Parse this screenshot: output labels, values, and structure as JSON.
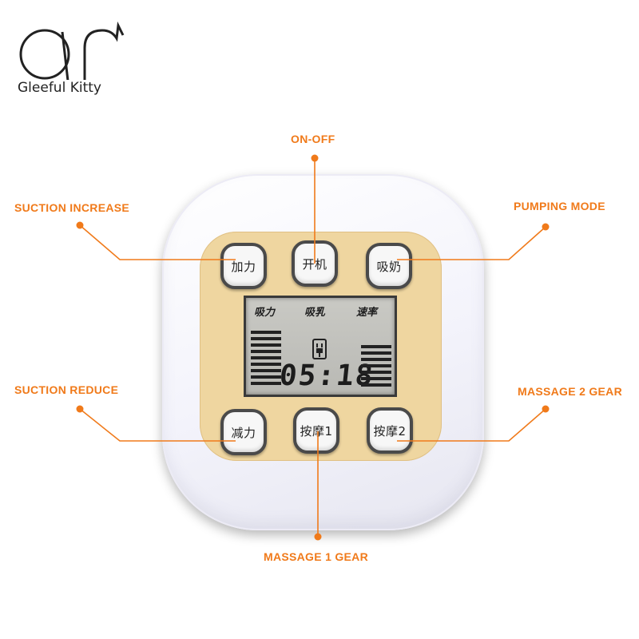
{
  "brand": {
    "name": "Gleeful Kitty",
    "logo_icon": "qr-cat-ears-monogram"
  },
  "colors": {
    "callout": "#f07a1a",
    "panel": "#efd6a0",
    "device_body": "#f5f5fb",
    "button_border": "#4a4a4a",
    "lcd_background": "#c3c3be"
  },
  "buttons": {
    "suction_increase": "加力",
    "on_off": "开机",
    "pumping_mode": "吸奶",
    "suction_reduce": "减力",
    "massage_1": "按摩1",
    "massage_2": "按摩2"
  },
  "display": {
    "label_suction": "吸力",
    "label_pumping": "吸乳",
    "label_speed": "速率",
    "time": "05:18",
    "status_icon": "plug-icon",
    "suction_level_bars": 9,
    "speed_level_bars": 7
  },
  "callouts": {
    "on_off": "ON-OFF",
    "suction_increase": "SUCTION INCREASE",
    "pumping_mode": "PUMPING MODE",
    "suction_reduce": "SUCTION REDUCE",
    "massage_2_gear": "MASSAGE 2 GEAR",
    "massage_1_gear": "MASSAGE 1 GEAR"
  }
}
